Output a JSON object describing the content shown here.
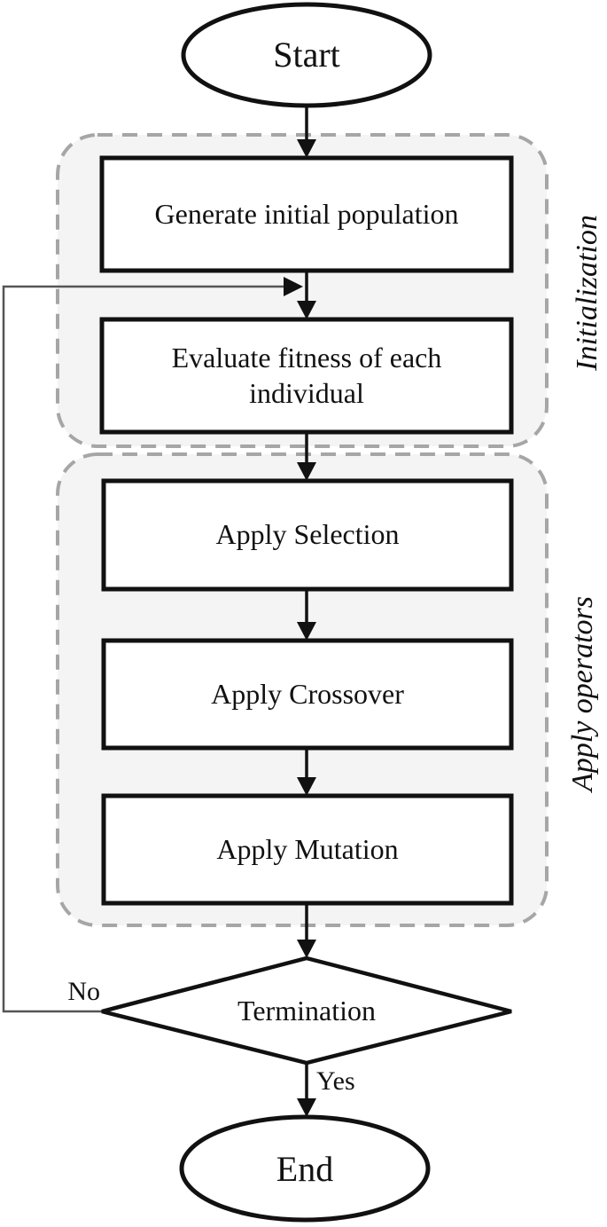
{
  "diagram": {
    "type": "flowchart",
    "nodes": {
      "start": {
        "label": "Start",
        "shape": "ellipse"
      },
      "generate": {
        "label": "Generate initial population",
        "shape": "process"
      },
      "evaluate": {
        "label": "Evaluate fitness of each individual",
        "shape": "process"
      },
      "selection": {
        "label": "Apply Selection",
        "shape": "process"
      },
      "crossover": {
        "label": "Apply Crossover",
        "shape": "process"
      },
      "mutation": {
        "label": "Apply Mutation",
        "shape": "process"
      },
      "termination": {
        "label": "Termination",
        "shape": "decision"
      },
      "end": {
        "label": "End",
        "shape": "ellipse"
      }
    },
    "groups": {
      "initialization": {
        "label": "Initialization",
        "contains": [
          "generate",
          "evaluate"
        ]
      },
      "apply_operators": {
        "label": "Apply operators",
        "contains": [
          "selection",
          "crossover",
          "mutation"
        ]
      }
    },
    "edges": [
      {
        "from": "start",
        "to": "generate"
      },
      {
        "from": "generate",
        "to": "evaluate"
      },
      {
        "from": "evaluate",
        "to": "selection"
      },
      {
        "from": "selection",
        "to": "crossover"
      },
      {
        "from": "crossover",
        "to": "mutation"
      },
      {
        "from": "mutation",
        "to": "termination"
      },
      {
        "from": "termination",
        "to": "evaluate",
        "label": "No"
      },
      {
        "from": "termination",
        "to": "end",
        "label": "Yes"
      }
    ],
    "edge_labels": {
      "no": "No",
      "yes": "Yes"
    },
    "colors": {
      "node_fill": "#ffffff",
      "node_stroke": "#111111",
      "group_fill": "#f4f4f4",
      "group_dash": "#a6a6a6",
      "loop_line": "#555555"
    }
  }
}
